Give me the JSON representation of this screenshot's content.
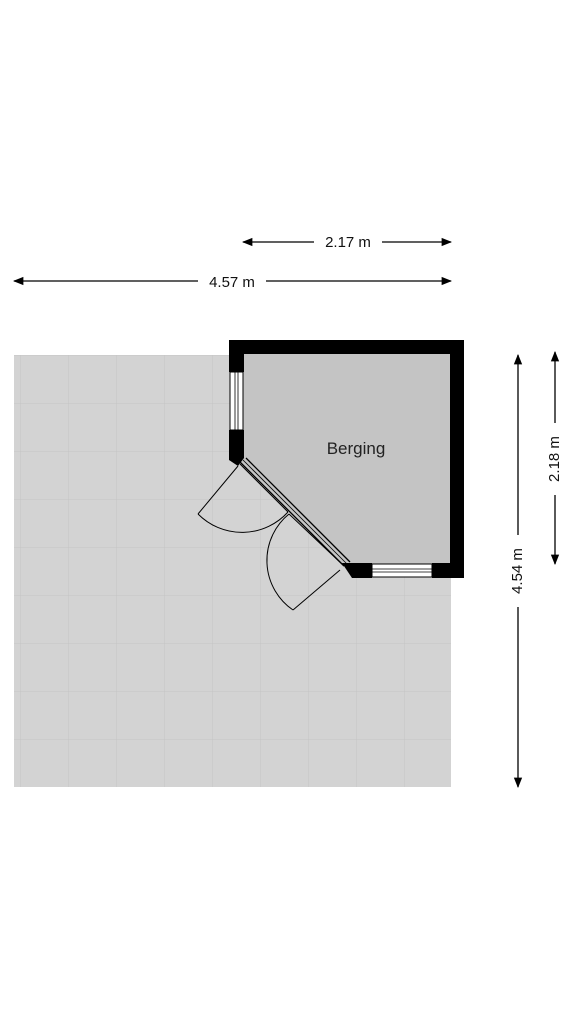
{
  "room": {
    "label": "Berging"
  },
  "dimensions": {
    "top_width": "2.17 m",
    "total_width": "4.57 m",
    "total_height": "4.54 m",
    "room_height": "2.18 m"
  },
  "colors": {
    "terrace": "#d2d2d2",
    "tile_line": "#c4c4c4",
    "room_floor": "#c6c6c6",
    "wall": "#000000",
    "dimension_line": "#000000"
  }
}
